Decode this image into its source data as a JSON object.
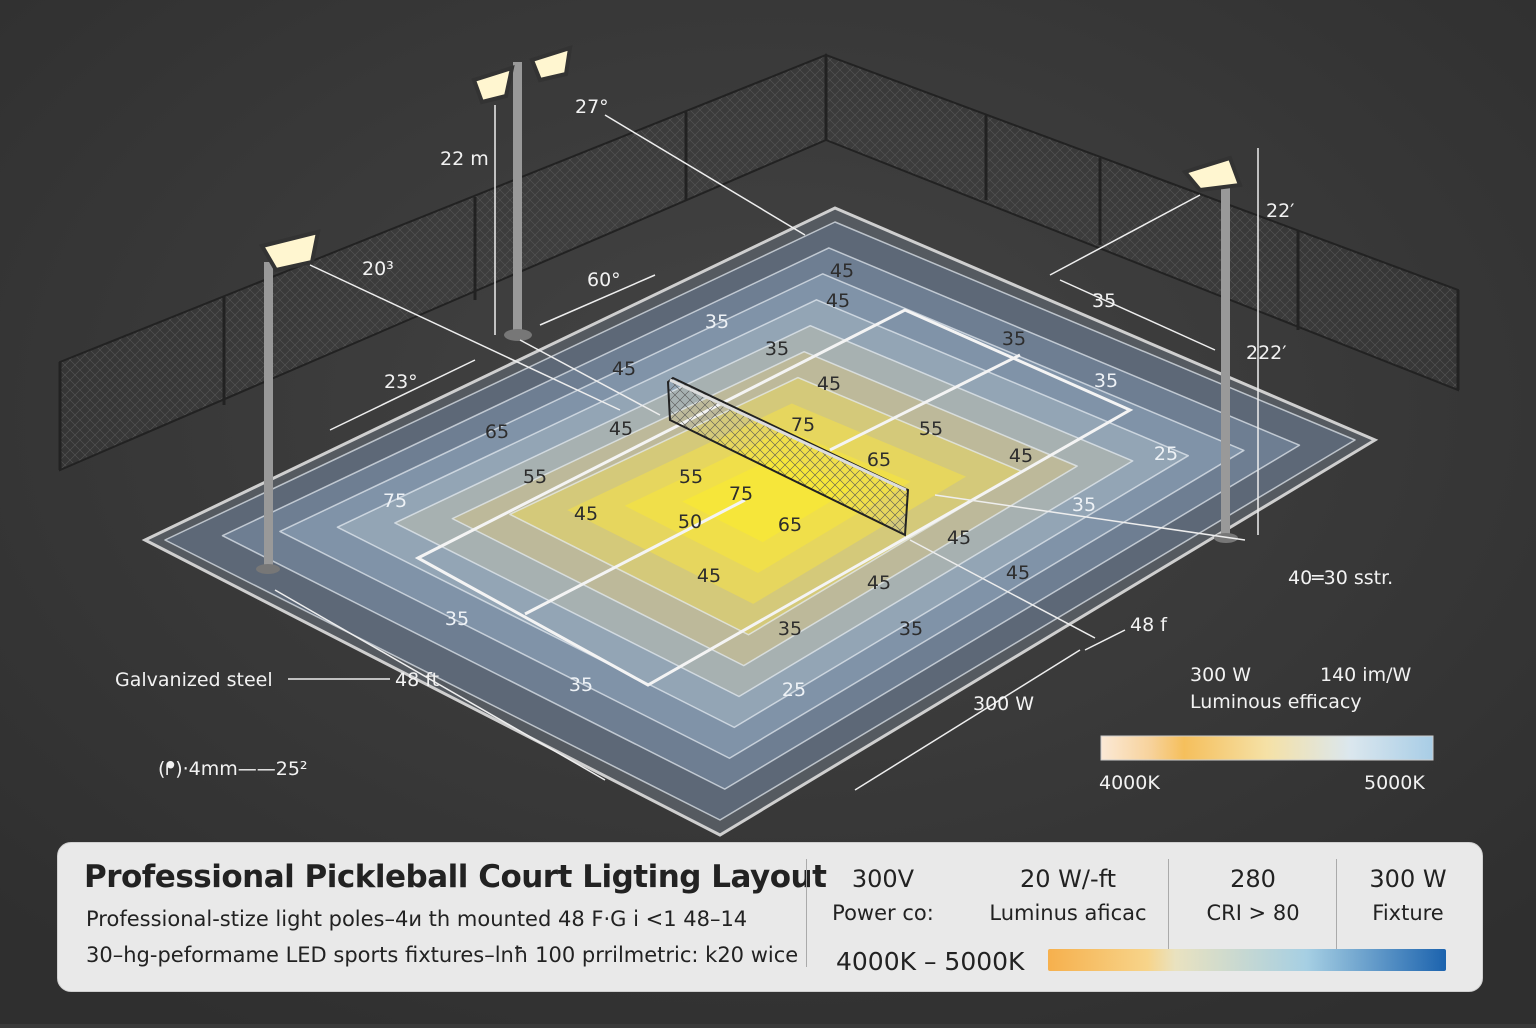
{
  "contour_values": [
    "45",
    "45",
    "35",
    "35",
    "35",
    "45",
    "45",
    "35",
    "65",
    "45",
    "75",
    "55",
    "65",
    "45",
    "25",
    "55",
    "55",
    "75",
    "45",
    "50",
    "65",
    "35",
    "75",
    "45",
    "45",
    "45",
    "45",
    "35",
    "35",
    "35",
    "35",
    "25"
  ],
  "annotations": {
    "angle_top": "27°",
    "pole_height_left": "22 m",
    "angle_left": "20³",
    "angle_60": "60°",
    "angle_23": "23°",
    "right_height_top": "22′",
    "right_35": "35",
    "right_height_mid": "222′",
    "beam_spec": "40═30 sstr.",
    "width_right": "48 f",
    "power_bottom": "300 W",
    "material": "Galvanized steel",
    "length_left": "48 ft",
    "thickness": "(ᖰ)·4mm——25²"
  },
  "legend": {
    "power": "300 W",
    "efficacy_value": "140 im/W",
    "efficacy_label": "Luminous  efficacy",
    "min_temp": "4000K",
    "max_temp": "5000K"
  },
  "panel": {
    "title": "Professional Pickleball Court Ligting Layout",
    "line1": "Professional-stize light poles–4ᴎ th mounted 48 F·G i <1 48–14",
    "line2": "30–hg-peformame LED sports fixtures–lnħ 100 prrilmetric: k20 wice",
    "specs": [
      {
        "value": "300V",
        "label": "Power co:"
      },
      {
        "value": "20 W/-ft",
        "label": "Luminus aficac"
      },
      {
        "value": "280",
        "label": "CRI > 80"
      },
      {
        "value": "300 W",
        "label": "Fixture"
      }
    ],
    "range": "4000K – 5000K"
  },
  "colors": {
    "background": "#3a3a3a",
    "warm": "#f6b04d",
    "cool": "#1c63ae",
    "court_yellow": "#f2e44a"
  }
}
